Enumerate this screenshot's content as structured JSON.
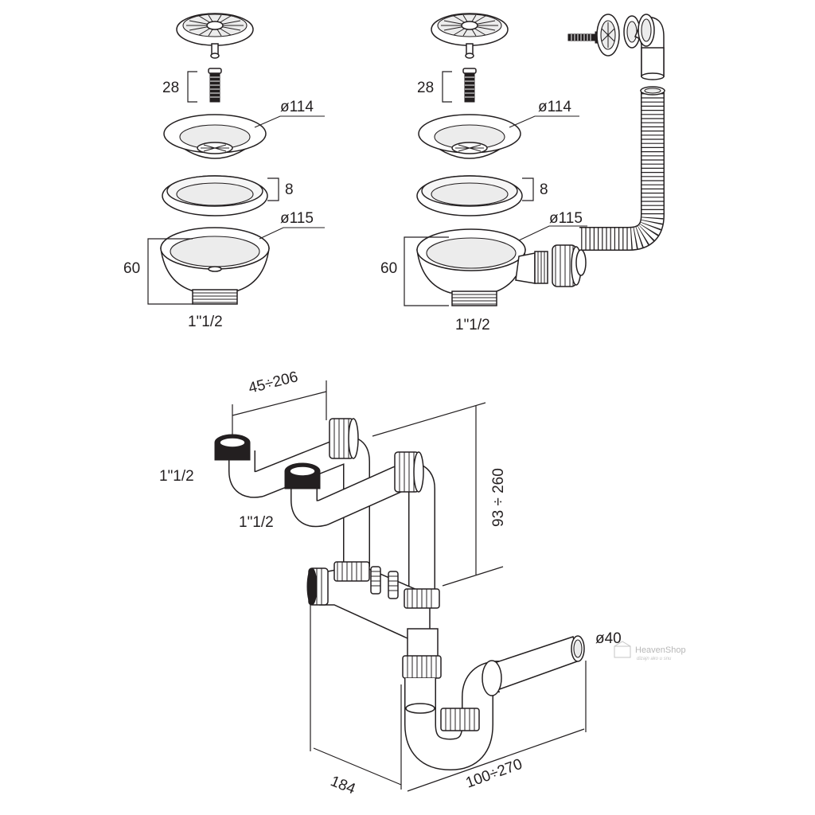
{
  "left_strainer": {
    "screw_length": "28",
    "flange_diameter": "ø114",
    "gasket_height": "8",
    "body_diameter": "ø115",
    "body_height": "60",
    "thread_size": "1\"1/2"
  },
  "right_strainer": {
    "screw_length": "28",
    "flange_diameter": "ø114",
    "gasket_height": "8",
    "body_diameter": "ø115",
    "body_height": "60",
    "thread_size": "1\"1/2"
  },
  "siphon": {
    "inlet_spacing": "45÷206",
    "inlet_left_thread": "1\"1/2",
    "inlet_right_thread": "1\"1/2",
    "height_range": "93 ÷ 260",
    "outlet_diameter": "ø40",
    "depth": "184",
    "outlet_length": "100÷270"
  },
  "watermark": {
    "brand": "HeavenShop",
    "tagline": "dizajn ako u snu"
  }
}
